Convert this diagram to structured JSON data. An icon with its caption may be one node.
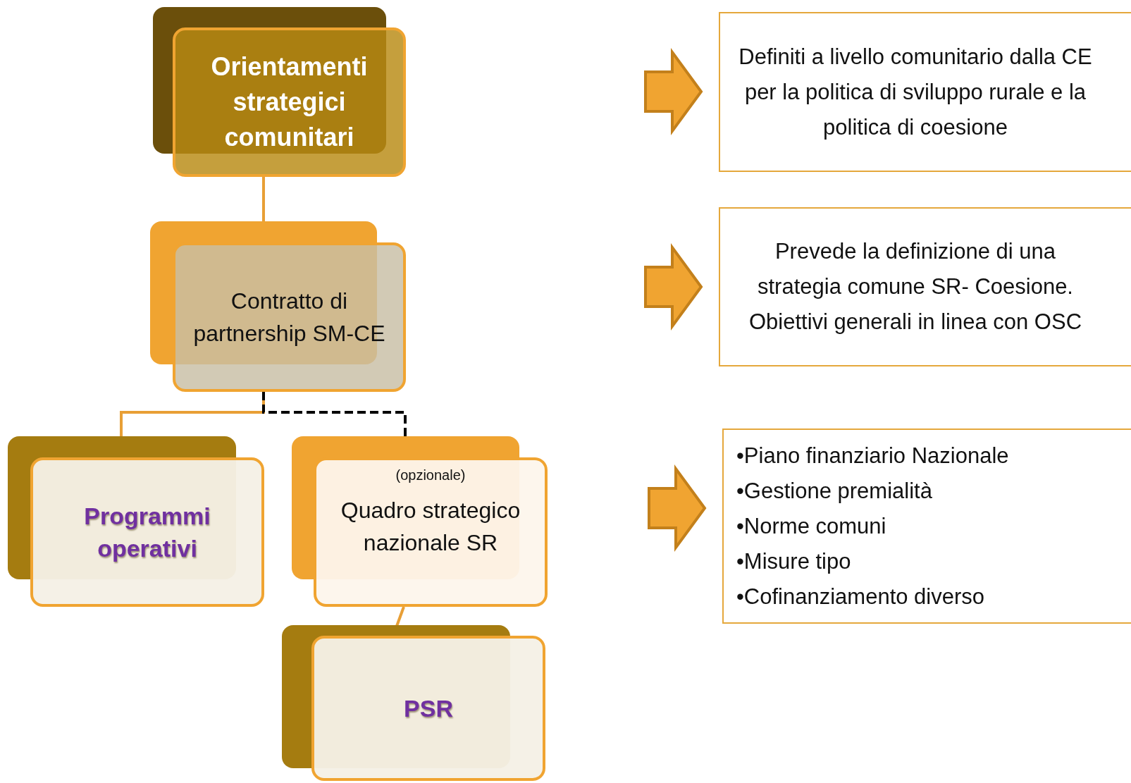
{
  "diagram": {
    "nodes": [
      {
        "text": [
          "Orientamenti strategici comunitari"
        ]
      },
      {
        "text": [
          "Contratto di partnership SM-CE"
        ]
      },
      {
        "text": [
          "Programmi operativi"
        ]
      },
      {
        "text": [
          "(opzionale)",
          "Quadro strategico nazionale SR"
        ]
      },
      {
        "text": [
          "PSR"
        ]
      },
      {
        "text": [
          "Definiti a livello comunitario dalla CE per la politica di sviluppo rurale e la politica di coesione"
        ]
      },
      {
        "text": [
          "Prevede la definizione di una strategia comune SR- Coesione. Obiettivi generali in linea con OSC"
        ]
      },
      {
        "text": [
          "•Piano finanziario Nazionale",
          "•Gestione premialità",
          "•Norme comuni",
          "•Misure tipo",
          "•Cofinanziamento diverso"
        ]
      }
    ],
    "edges": [
      {
        "from": 0,
        "to": 1,
        "arrow": "none"
      },
      {
        "from": 1,
        "to": 2,
        "arrow": "none"
      },
      {
        "from": 1,
        "to": 3,
        "arrow": "none",
        "style": "dashed",
        "color": "#000000"
      },
      {
        "from": 3,
        "to": 4,
        "arrow": "none"
      },
      {
        "from": null,
        "to": 5,
        "arrow": "to",
        "style": "thick"
      },
      {
        "from": null,
        "to": 6,
        "arrow": "to",
        "style": "thick"
      },
      {
        "from": null,
        "to": 7,
        "arrow": "to",
        "style": "thick"
      }
    ]
  }
}
